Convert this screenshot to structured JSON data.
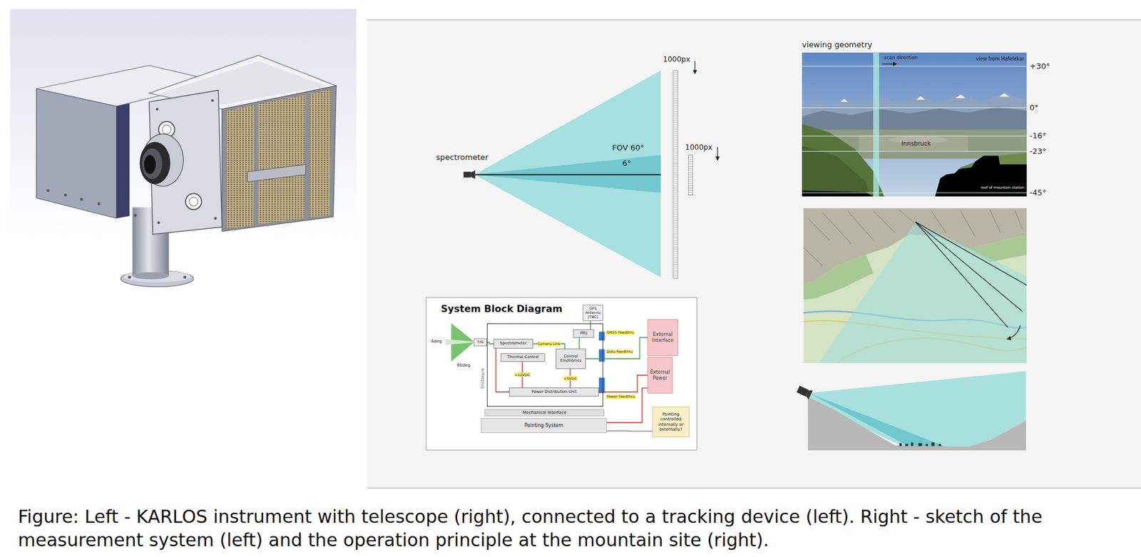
{
  "diagram": {
    "caption": "Figure: Left - KARLOS instrument with telescope (right), connected to a tracking device (left). Right - sketch of the measurement system (left) and the operation principle at the mountain site (right).",
    "nodes": [
      {
        "text": [
          "System Block Diagram"
        ]
      },
      {
        "text": [
          "Enclosure"
        ],
        "in": 0
      },
      {
        "text": [
          "T/G"
        ],
        "in": 0
      },
      {
        "text": [
          "Spectrometer"
        ],
        "in": 1
      },
      {
        "text": [
          "Thermal Control"
        ],
        "in": 1
      },
      {
        "text": [
          "Control Electronics"
        ],
        "in": 1
      },
      {
        "text": [
          "IMU"
        ],
        "in": 1
      },
      {
        "text": [
          "Power Distribution Unit"
        ],
        "in": 1
      },
      {
        "text": [
          "GPS Antenna [TBC]"
        ],
        "in": 0
      },
      {
        "text": [
          "External Interface"
        ],
        "in": 0
      },
      {
        "text": [
          "External Power"
        ],
        "in": 0
      },
      {
        "text": [
          "Mechanical Interface"
        ],
        "in": 0
      },
      {
        "text": [
          "Pointing System"
        ],
        "in": 0
      },
      {
        "text": [
          "Pointing controlled internally or externally?"
        ],
        "in": 0
      }
    ],
    "edges": [
      {
        "from": 2,
        "to": 3,
        "arrow": "none"
      },
      {
        "from": 3,
        "to": 5,
        "arrow": "none",
        "label": "Camera Link"
      },
      {
        "from": 6,
        "to": 5,
        "arrow": "none"
      },
      {
        "from": 8,
        "to": 6,
        "arrow": "none"
      },
      {
        "from": 5,
        "to": 9,
        "arrow": "none"
      },
      {
        "from": 7,
        "to": 3,
        "arrow": "none"
      },
      {
        "from": 7,
        "to": 4,
        "arrow": "none",
        "label": "+12VDC"
      },
      {
        "from": 7,
        "to": 5,
        "arrow": "none",
        "label": "+5VDC"
      },
      {
        "from": 10,
        "to": 7,
        "arrow": "none"
      },
      {
        "from": 10,
        "to": 12,
        "arrow": "none"
      },
      {
        "from": 13,
        "to": 12,
        "arrow": "none"
      }
    ],
    "labels": [
      "spectrometer",
      "FOV 60°",
      "6°",
      "1000px",
      "1000px",
      "6deg",
      "60deg",
      "GNSS Feedthru",
      "Data Feedthru",
      "Power Feedthru",
      "viewing geometry",
      "scan direction",
      "view from Hafelekar",
      "Innsbruck",
      "roof of mountain station",
      "+30°",
      "0°",
      "-16°",
      "-23°",
      "-45°"
    ]
  }
}
